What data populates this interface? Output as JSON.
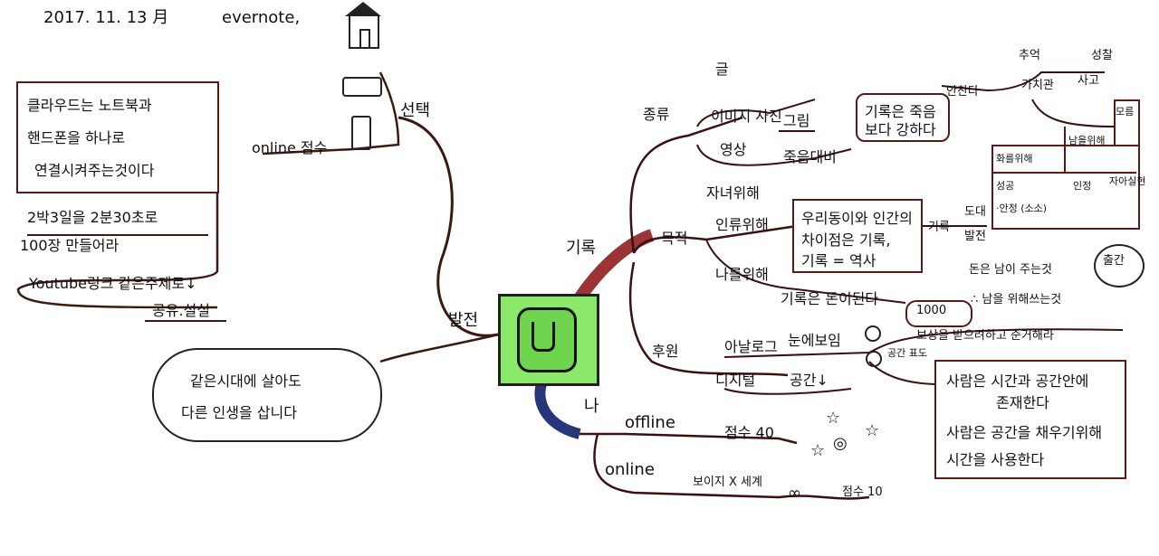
{
  "header": {
    "date": "2017. 11. 13 月",
    "app": "evernote,"
  },
  "center": {
    "label": "Evernote"
  },
  "left": {
    "branch_develop": "발전",
    "branch_choice": "선택",
    "online_score": "online 점수",
    "cloud_box": [
      "클라우드는 노트북과",
      "핸드폰을 하나로",
      "연결시켜주는것이다"
    ],
    "note_line1": "2박3일을 2분30초로",
    "note_line2": "100장 만들어라",
    "youtube": "Youtube링크 같은주제로↓",
    "sharing": "공유.설실",
    "bubble": [
      "같은시대에 살아도",
      "다른 인생을 삽니다"
    ]
  },
  "record": {
    "label": "기록",
    "kind": "종류",
    "text": "글",
    "image_photo": "이미지 사진",
    "drawing": "그림",
    "video": "영상",
    "death_prep": "죽음대비",
    "record_box": [
      "기록은 죽음",
      "보다 강하다"
    ],
    "remain": "안찬다",
    "value": "가치관",
    "memory": "추억",
    "reflection": "성찰",
    "thinking": "사고",
    "purpose": "목적",
    "self_regen": "자녀위해",
    "humanity": "인류위해",
    "ai_box": [
      "우리동이와 인간의",
      "차이점은 기록,",
      "기록 = 역사"
    ],
    "rec_dev": "기록",
    "tool": "도대",
    "develop": "발전",
    "for_me": "나를위해",
    "rec_money": "기록은 돈이된다",
    "money_comes": "돈은 남이 주는것",
    "1000": "1000",
    "others": "∴ 남을 위해쓰는것",
    "table_top": "모름",
    "table_h1": "화를위해",
    "table_h2": "남을위해",
    "table_r1c1": "성공",
    "table_r1c2": "인정",
    "table_r1c3": "자아실현",
    "table_r2c1": "·안정 (소소)",
    "noted": "출간",
    "reward": "보상을 받으려하고 준거해라",
    "view": "후원",
    "analog": "아날로그",
    "visible": "눈에보임",
    "space_sun": "공간 표도",
    "digital": "디지털",
    "space": "공간↓",
    "people_box": [
      "사람은 시간과 공간안에",
      "존재한다",
      "사람은 공간을 채우기위해",
      "시간을 사용한다"
    ]
  },
  "me": {
    "label": "나",
    "offline": "offline",
    "score40": "점수 40",
    "online": "online",
    "invisible": "보이지 X 세계",
    "score10": "점수 10"
  }
}
